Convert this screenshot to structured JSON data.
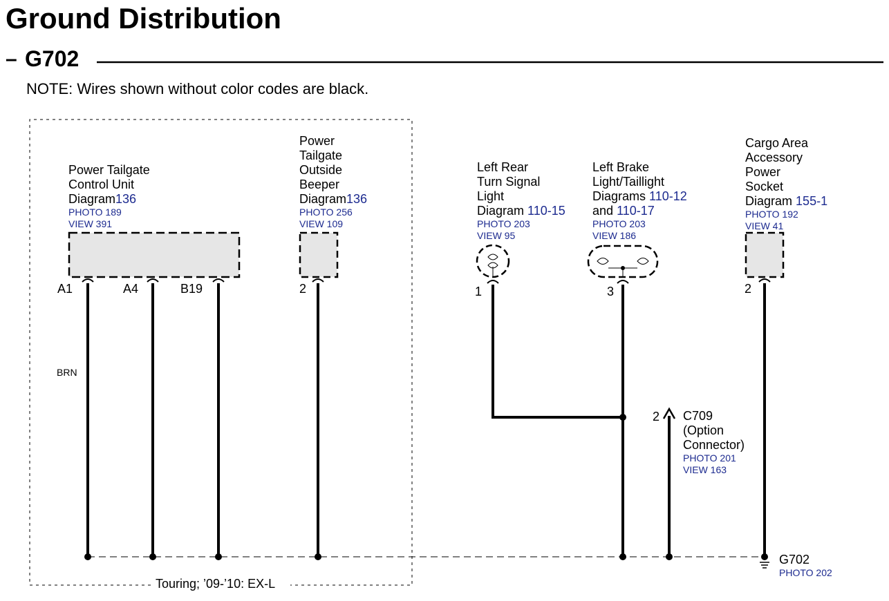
{
  "page": {
    "title": "Ground Distribution",
    "section": "G702",
    "section_prefix": "–",
    "note": "NOTE: Wires shown without color codes are black."
  },
  "option_box_label": "Touring; ’09-’10: EX-L",
  "components": {
    "tailgate_unit": {
      "lines": [
        "Power Tailgate",
        "Control Unit"
      ],
      "diagram_prefix": "Diagram",
      "diagram_ref": "136",
      "photo": "PHOTO 189",
      "view": "VIEW 391",
      "pins": [
        "A1",
        "A4",
        "B19"
      ],
      "wire_color": "BRN"
    },
    "beeper": {
      "lines": [
        "Power",
        "Tailgate",
        "Outside",
        "Beeper"
      ],
      "diagram_prefix": "Diagram",
      "diagram_ref": "136",
      "photo": "PHOTO 256",
      "view": "VIEW 109",
      "pin": "2"
    },
    "turn_signal": {
      "lines": [
        "Left Rear",
        "Turn Signal",
        "Light"
      ],
      "diagram_prefix": "Diagram",
      "diagram_ref": "110-15",
      "photo": "PHOTO 203",
      "view": "VIEW 95",
      "pin": "1"
    },
    "brake_light": {
      "lines": [
        "Left Brake",
        "Light/Taillight"
      ],
      "diagram_prefix": "Diagrams",
      "diagram_ref": "110-12",
      "diagram_conj": "and",
      "diagram_ref2": "110-17",
      "photo": "PHOTO 203",
      "view": "VIEW 186",
      "pin": "3"
    },
    "cargo_socket": {
      "lines": [
        "Cargo Area",
        "Accessory",
        "Power",
        "Socket"
      ],
      "diagram_prefix": "Diagram",
      "diagram_ref": "155-1",
      "photo": "PHOTO 192",
      "view": "VIEW 41",
      "pin": "2"
    }
  },
  "connector": {
    "pin": "2",
    "name": "C709",
    "desc_lines": [
      "(Option",
      "Connector)"
    ],
    "photo": "PHOTO 201",
    "view": "VIEW 163"
  },
  "ground": {
    "name": "G702",
    "photo": "PHOTO 202"
  },
  "colors": {
    "link_blue": "#1c2a8f",
    "component_fill": "#e6e6e6",
    "wire": "#000000"
  }
}
